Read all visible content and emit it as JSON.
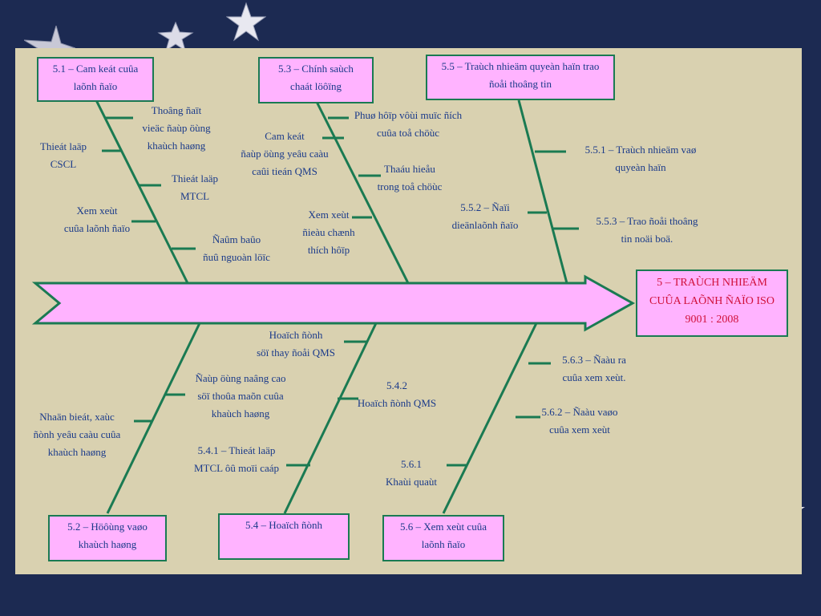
{
  "head": {
    "label": "5 – TRAÙCH NHIEÄM\nCUÛA LAÕNH ÑAÏO ISO\n9001 : 2008"
  },
  "branches": [
    {
      "id": "5.1",
      "label": "5.1 – Cam keát cuûa\nlaõnh ñaïo",
      "causes": [
        "Thoâng ñaït\nvieäc ñaùp öùng\nkhaùch haøng",
        "Thieát laäp\nCSCL",
        "Thieát laäp\nMTCL",
        "Xem xeùt\ncuûa laõnh ñaïo",
        "Ñaûm baûo\nñuû nguoàn löïc"
      ]
    },
    {
      "id": "5.3",
      "label": "5.3 – Chính saùch\nchaát löôïng",
      "causes": [
        "Phuø hôïp vôùi muïc ñích\ncuûa toå chöùc",
        "Cam keát\nñaùp öùng yeâu caàu\ncaûi tieán QMS",
        "Thaáu hieåu\ntrong toå chöùc",
        "Xem xeùt\nñieàu chænh\nthích hôïp"
      ]
    },
    {
      "id": "5.5",
      "label": "5.5 – Traùch nhieäm quyeàn haïn trao\nñoåi thoâng tin",
      "causes": [
        "5.5.1 – Traùch nhieäm  vaø\nquyeàn haïn",
        "5.5.2 – Ñaïi\ndieänlaõnh ñaïo",
        "5.5.3 – Trao ñoåi thoâng\ntin noäi boä."
      ]
    },
    {
      "id": "5.2",
      "label": "5.2 – Höôùng vaøo\nkhaùch haøng",
      "causes": [
        "Ñaùp öùng naâng cao\nsöï thoûa maõn cuûa\nkhaùch haøng",
        "Nhaän bieát, xaùc\nñònh yeâu caàu cuûa\nkhaùch haøng"
      ]
    },
    {
      "id": "5.4",
      "label": "5.4 – Hoaïch ñònh",
      "causes": [
        "Hoaïch ñònh\nsöï thay ñoåi QMS",
        "5.4.2\nHoaïch ñònh QMS",
        "5.4.1 – Thieát laäp\nMTCL ôû moïi caáp"
      ]
    },
    {
      "id": "5.6",
      "label": "5.6 – Xem xeùt cuûa\nlaõnh ñaïo",
      "causes": [
        "5.6.3 – Ñaàu ra\ncuûa xem xeùt.",
        "5.6.2 – Ñaàu vaøo\ncuûa xem xeùt",
        "5.6.1\nKhaùi quaùt"
      ]
    }
  ],
  "colors": {
    "background": "#1c2a52",
    "panel": "#d9d1b0",
    "box_fill": "#ffb3ff",
    "line": "#1a7a52",
    "text": "#1a3a8a",
    "head_text": "#d0103a"
  },
  "decor": {
    "icons": [
      "star-icon",
      "star-icon",
      "star-icon",
      "star-icon"
    ]
  }
}
